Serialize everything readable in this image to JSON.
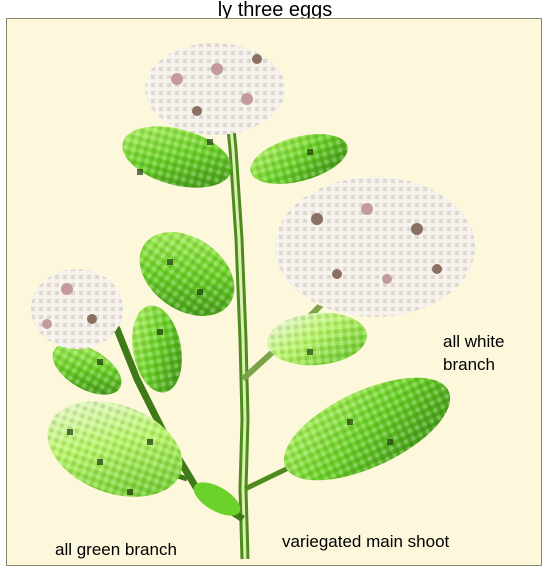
{
  "figure": {
    "title": "ly three eggs"
  },
  "labels": {
    "all_white_branch": "all white branch",
    "all_green_branch": "all green branch",
    "variegated_main_shoot": "variegated main shoot"
  },
  "colors": {
    "background": "#fdf7db",
    "leaf_green": "#6cd12a",
    "leaf_light": "#b8f46a",
    "leaf_dark": "#2f6b12",
    "flower_white": "#f6f1ea",
    "flower_pink": "#c49aa0",
    "stem": "#4f8a1e"
  }
}
